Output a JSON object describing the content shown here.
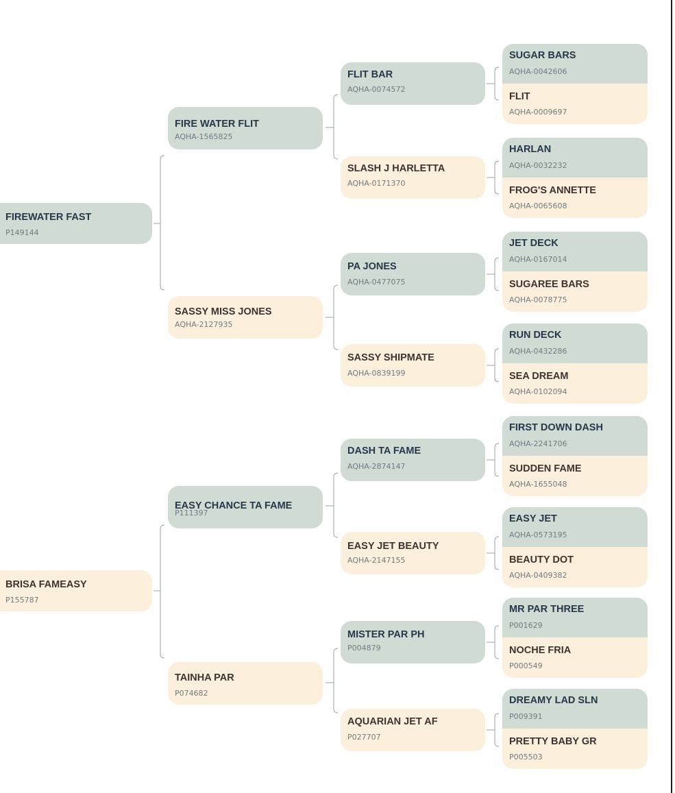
{
  "pedigree": {
    "sire": {
      "name": "FIREWATER FAST",
      "reg": "P149144",
      "sire": {
        "name": "FIRE WATER FLIT",
        "reg": "AQHA-1565825",
        "sire": {
          "name": "FLIT BAR",
          "reg": "AQHA-0074572",
          "sire": {
            "name": "SUGAR BARS",
            "reg": "AQHA-0042606"
          },
          "dam": {
            "name": "FLIT",
            "reg": "AQHA-0009697"
          }
        },
        "dam": {
          "name": "SLASH J HARLETTA",
          "reg": "AQHA-0171370",
          "sire": {
            "name": "HARLAN",
            "reg": "AQHA-0032232"
          },
          "dam": {
            "name": "FROG'S ANNETTE",
            "reg": "AQHA-0065608"
          }
        }
      },
      "dam": {
        "name": "SASSY MISS JONES",
        "reg": "AQHA-2127935",
        "sire": {
          "name": "PA JONES",
          "reg": "AQHA-0477075",
          "sire": {
            "name": "JET DECK",
            "reg": "AQHA-0167014"
          },
          "dam": {
            "name": "SUGAREE BARS",
            "reg": "AQHA-0078775"
          }
        },
        "dam": {
          "name": "SASSY SHIPMATE",
          "reg": "AQHA-0839199",
          "sire": {
            "name": "RUN DECK",
            "reg": "AQHA-0432286"
          },
          "dam": {
            "name": "SEA DREAM",
            "reg": "AQHA-0102094"
          }
        }
      }
    },
    "dam": {
      "name": "BRISA FAMEASY",
      "reg": "P155787",
      "sire": {
        "name": "EASY CHANCE TA FAME",
        "reg": "P111397",
        "sire": {
          "name": "DASH TA FAME",
          "reg": "AQHA-2874147",
          "sire": {
            "name": "FIRST DOWN DASH",
            "reg": "AQHA-2241706"
          },
          "dam": {
            "name": "SUDDEN FAME",
            "reg": "AQHA-1655048"
          }
        },
        "dam": {
          "name": "EASY JET BEAUTY",
          "reg": "AQHA-2147155",
          "sire": {
            "name": "EASY JET",
            "reg": "AQHA-0573195"
          },
          "dam": {
            "name": "BEAUTY DOT",
            "reg": "AQHA-0409382"
          }
        }
      },
      "dam": {
        "name": "TAINHA PAR",
        "reg": "P074682",
        "sire": {
          "name": "MISTER PAR PH",
          "reg": "P004879",
          "sire": {
            "name": "MR PAR THREE",
            "reg": "P001629"
          },
          "dam": {
            "name": "NOCHE FRIA",
            "reg": "P000549"
          }
        },
        "dam": {
          "name": "AQUARIAN JET AF",
          "reg": "P027707",
          "sire": {
            "name": "DREAMY LAD SLN",
            "reg": "P009391"
          },
          "dam": {
            "name": "PRETTY BABY GR",
            "reg": "P005503"
          }
        }
      }
    }
  },
  "colors": {
    "sire_box": "#d0dbd4",
    "dam_box": "#fcefdc",
    "connector": "#9aa3a6",
    "frame": "#1e1e1e"
  }
}
